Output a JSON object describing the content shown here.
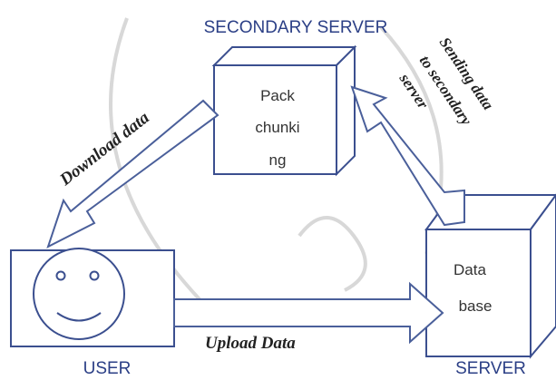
{
  "labels": {
    "secondary_server": "SECONDARY SERVER",
    "user": "USER",
    "server": "SERVER"
  },
  "secondary_box": {
    "lines": [
      "Pack",
      "chunki",
      "ng"
    ]
  },
  "server_box": {
    "lines": [
      "Data",
      "base"
    ]
  },
  "arrows": {
    "download": "Download data",
    "upload": "Upload Data",
    "sending_lines": [
      "Sending data",
      "to secondary",
      "server"
    ]
  },
  "colors": {
    "title_text": "#2b3f86",
    "box_stroke": "#3b4f8f",
    "arrow_stroke": "#4a5f9a"
  }
}
